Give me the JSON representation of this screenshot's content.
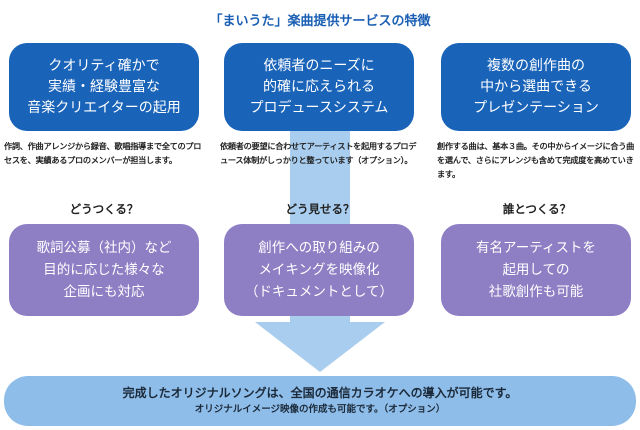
{
  "title": "「まいうた」楽曲提供サービスの特徴",
  "columns": [
    {
      "feature": "クオリティ確かで\n実績・経験豊富な\n音楽クリエイターの起用",
      "description": "作詞、作曲アレンジから録音、歌唱指導まで全てのプロセスを、実績あるプロのメンバーが担当します。",
      "question": "どうつくる？",
      "example": "歌詞公募（社内）など\n目的に応じた様々な\n企画にも対応"
    },
    {
      "feature": "依頼者のニーズに\n的確に応えられる\nプロデュースシステム",
      "description": "依頼者の要望に合わせてアーティストを起用するプロデュース体制がしっかりと整っています（オプション）。",
      "question": "どう見せる？",
      "example": "創作への取り組みの\nメイキングを映像化\n（ドキュメントとして）"
    },
    {
      "feature": "複数の創作曲の\n中から選曲できる\nプレゼンテーション",
      "description": "創作する曲は、基本３曲。その中からイメージに合う曲を選んで、さらにアレンジも含めて完成度を高めていきます。",
      "question": "誰とつくる？",
      "example": "有名アーティストを\n起用しての\n社歌創作も可能"
    }
  ],
  "conclusion": {
    "main": "完成したオリジナルソングは、全国の通信カラオケへの導入が可能です。",
    "sub": "オリジナルイメージ映像の作成も可能です。（オプション）"
  },
  "colors": {
    "feature": "#1963b9",
    "example": "#8e7fc4",
    "arrow": "#a8cdef",
    "conclusion": "#8fbde9",
    "title": "#1a5fb4"
  }
}
